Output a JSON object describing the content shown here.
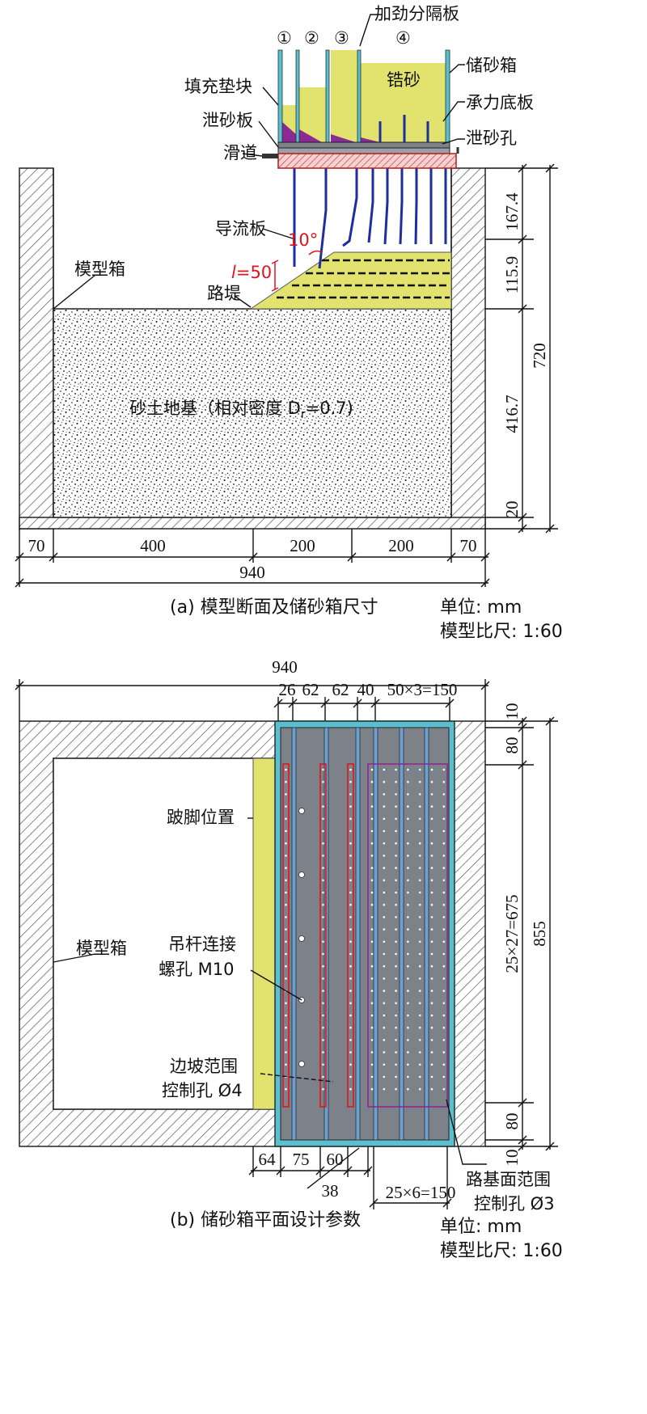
{
  "colors": {
    "sand_yellow": "#e1e36e",
    "steel_gray": "#7d8189",
    "frame_cyan": "#5bbfcf",
    "blue_plate": "#1e2e9e",
    "rib_blue": "#6e9fd2",
    "red_accent": "#e0141e",
    "purple_fill": "#8b2a93",
    "hatch": "#555555"
  },
  "icons": [
    "hatched-wall",
    "speckled-sand",
    "hole-dot"
  ],
  "panel_a": {
    "top_labels": {
      "compartments": [
        "①",
        "②",
        "③",
        "④"
      ],
      "stiffener": "加劲分隔板",
      "zircon_sand": "锆砂",
      "sand_box": "储砂箱",
      "filling_block": "填充垫块",
      "bearing_plate": "承力底板",
      "sand_release_plate": "泄砂板",
      "sand_release_hole": "泄砂孔",
      "slide_rail": "滑道"
    },
    "labels": {
      "guide_plate": "导流板",
      "angle": "10°",
      "length_l": "l",
      "length_val": "=50",
      "model_box": "模型箱",
      "embankment": "路堤",
      "foundation_main": "砂土地基（相对密度 D",
      "foundation_sub": "r",
      "foundation_end": "=0.7)"
    },
    "right_dims": [
      "167.4",
      "115.9",
      "416.7",
      "20"
    ],
    "total_height": "720",
    "bottom_dims": [
      "70",
      "400",
      "200",
      "200",
      "70"
    ],
    "total_width": "940",
    "caption": "(a) 模型断面及储砂箱尺寸",
    "unit": "单位: mm",
    "scale": "模型比尺: 1:60"
  },
  "panel_b": {
    "total_width": "940",
    "top_dims": [
      "26",
      "62",
      "62",
      "40",
      "50×3=150"
    ],
    "right_dims": [
      "10",
      "80",
      "25×27=675",
      "80",
      "10"
    ],
    "total_height": "855",
    "labels": {
      "toe_position": "跛脚位置",
      "model_box": "模型箱",
      "rod_holes_1": "吊杆连接",
      "rod_holes_2": "螺孔 M10",
      "slope_range_1": "边坡范围",
      "slope_range_2": "控制孔 Ø4",
      "subgrade_range_1": "路基面范围",
      "subgrade_range_2": "控制孔 Ø3"
    },
    "bottom_dims": [
      "64",
      "75",
      "60",
      "38",
      "25×6=150"
    ],
    "caption": "(b) 储砂箱平面设计参数",
    "unit": "单位: mm",
    "scale": "模型比尺: 1:60"
  }
}
